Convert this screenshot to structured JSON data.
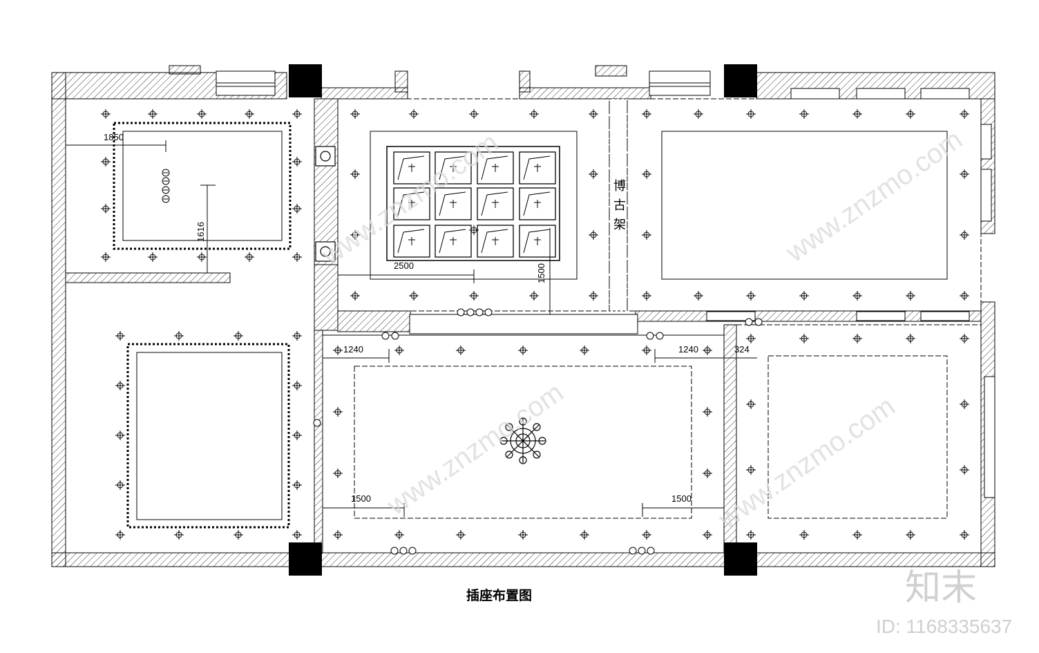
{
  "drawing": {
    "title": "插座布置图",
    "cabinet_label": "博古架"
  },
  "dimensions": {
    "d1850": "1850",
    "d1616": "1616",
    "d2500": "2500",
    "d1500_vertical": "1500",
    "d1240_left": "1240",
    "d1240_right": "1240",
    "d324": "324",
    "d1500_left": "1500",
    "d1500_right": "1500"
  },
  "watermark": {
    "text": "www.znzmo.com",
    "logo": "知末",
    "id": "ID: 1168335637"
  },
  "symbols": {
    "light": "downlight-cross-icon",
    "socket": "socket-circle-icon",
    "chandelier": "chandelier-icon"
  }
}
